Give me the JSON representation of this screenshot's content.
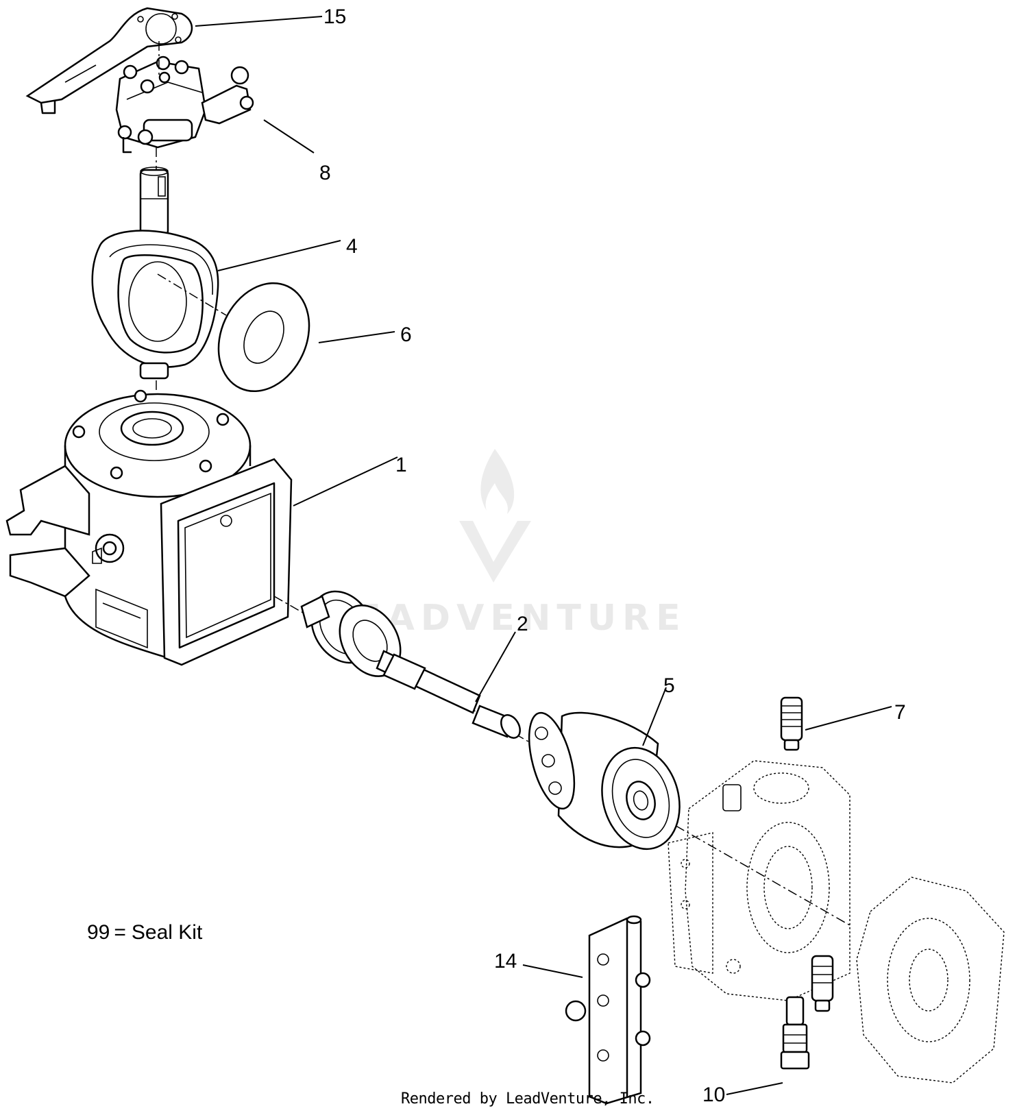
{
  "callouts": [
    {
      "id": "15",
      "label": "15"
    },
    {
      "id": "8",
      "label": "8"
    },
    {
      "id": "4",
      "label": "4"
    },
    {
      "id": "6",
      "label": "6"
    },
    {
      "id": "1",
      "label": "1"
    },
    {
      "id": "2",
      "label": "2"
    },
    {
      "id": "5",
      "label": "5"
    },
    {
      "id": "7",
      "label": "7"
    },
    {
      "id": "14",
      "label": "14"
    },
    {
      "id": "10",
      "label": "10"
    }
  ],
  "note": {
    "code": "99",
    "separator": "=",
    "text": "Seal Kit"
  },
  "credit": "Rendered by LeadVenture, Inc.",
  "watermark": {
    "text": "LEADVENTURE",
    "color": "#e9e9e9"
  }
}
